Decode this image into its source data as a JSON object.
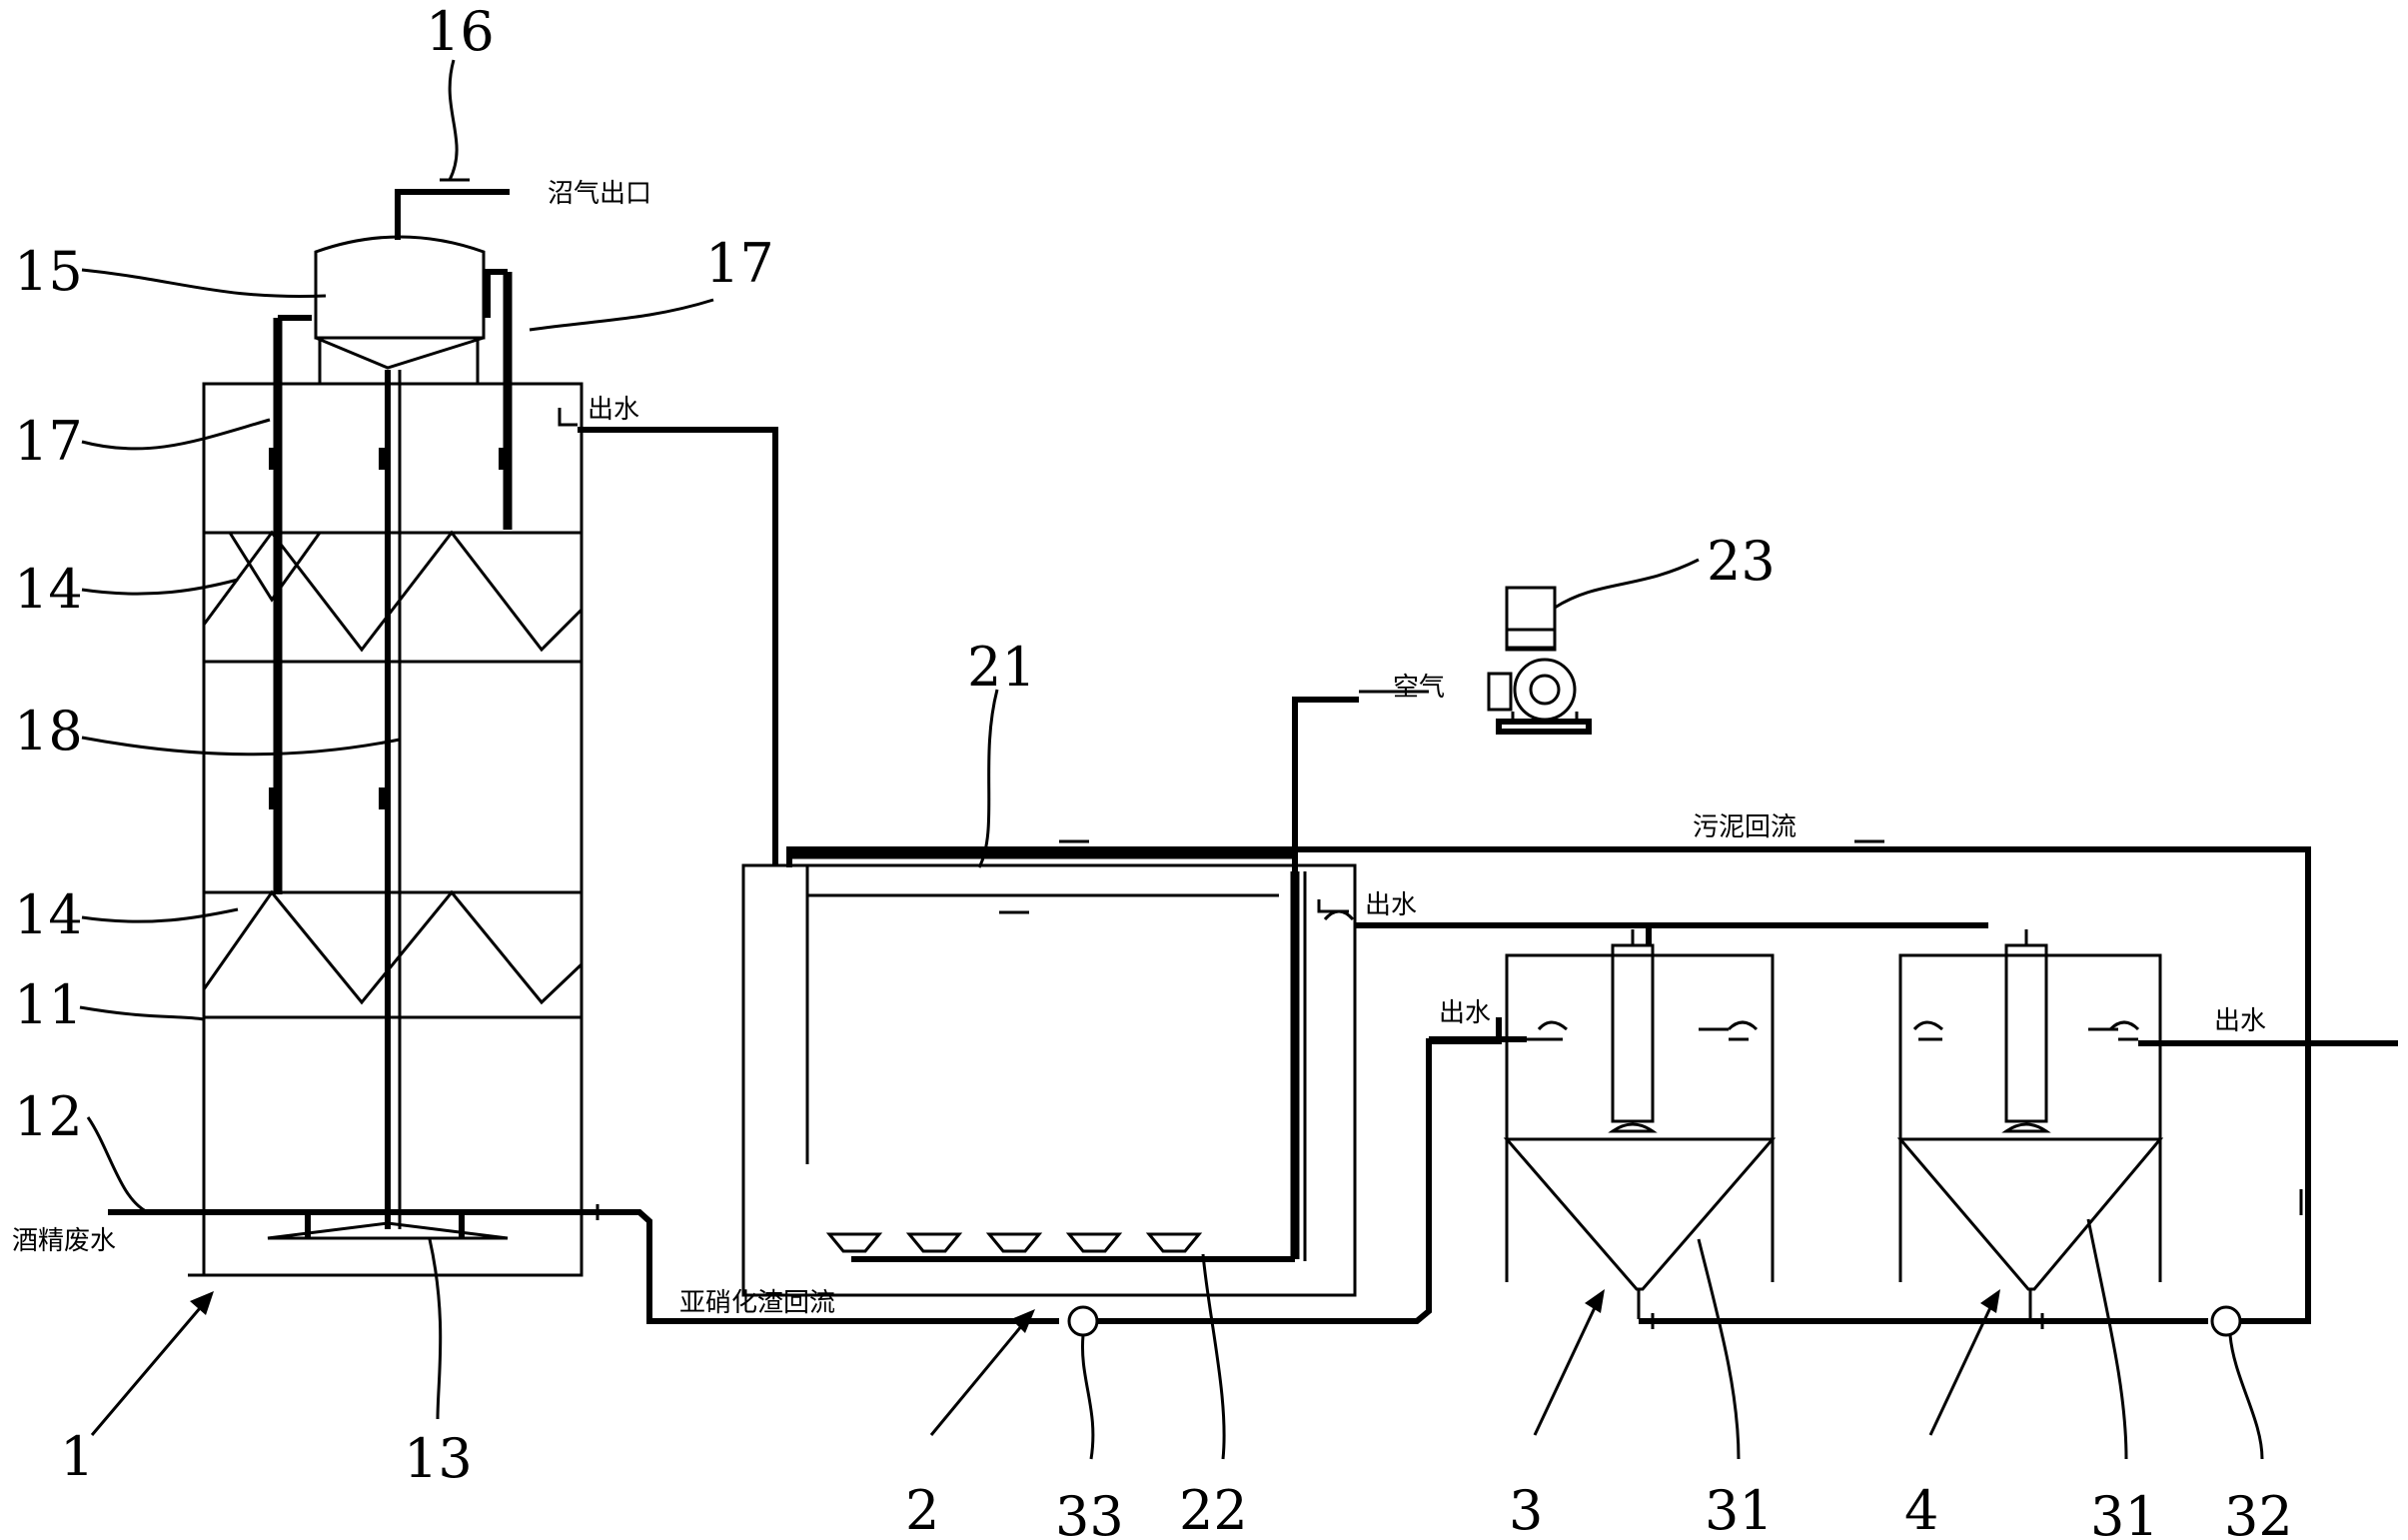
{
  "labels": {
    "biogas_outlet": "沼气出口",
    "effluent_1": "出水",
    "effluent_2": "出水",
    "effluent_3": "出水",
    "effluent_4": "出水",
    "air": "空气",
    "sludge_return": "污泥回流",
    "nitrite_return": "亚硝化渣回流",
    "alcohol_wastewater": "酒精废水"
  },
  "numbers": {
    "n1": "1",
    "n2": "2",
    "n3": "3",
    "n4": "4",
    "n11": "11",
    "n12": "12",
    "n13": "13",
    "n14a": "14",
    "n14b": "14",
    "n15": "15",
    "n16": "16",
    "n17a": "17",
    "n17b": "17",
    "n18": "18",
    "n21": "21",
    "n22": "22",
    "n23": "23",
    "n31a": "31",
    "n31b": "31",
    "n32": "32",
    "n33": "33"
  }
}
